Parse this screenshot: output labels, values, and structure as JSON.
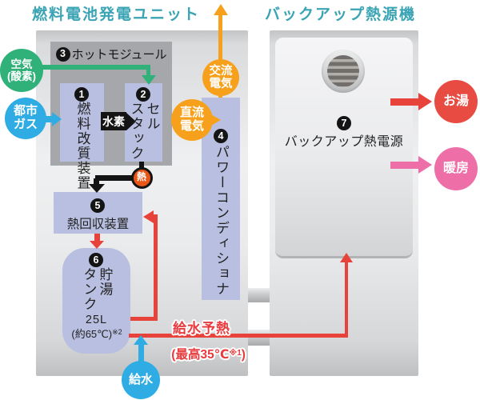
{
  "titles": {
    "left": "燃料電池発電ユニット",
    "right": "バックアップ熱源機"
  },
  "components": {
    "hot_module": {
      "num": "3",
      "label": "ホットモジュール"
    },
    "reformer": {
      "num": "1",
      "label": "燃料改質装置"
    },
    "cell_stack": {
      "num": "2",
      "label": "セル\nスタック"
    },
    "power_conditioner": {
      "num": "4",
      "label": "パワーコンディショナ"
    },
    "heat_recovery": {
      "num": "5",
      "label": "熱回収装置"
    },
    "tank": {
      "num": "6",
      "label": "貯湯\nタンク",
      "capacity": "25L",
      "temperature": "(約65℃)",
      "temperature_note": "※2"
    },
    "backup_heater": {
      "num": "7",
      "label": "バックアップ熱電源"
    }
  },
  "flows": {
    "air": "空気\n(酸素)",
    "city_gas": "都市\nガス",
    "hydrogen": "水素",
    "ac_power": "交流\n電気",
    "dc_power": "直流\n電気",
    "heat": "熱",
    "water_supply": "給水",
    "hot_water": "お湯",
    "heating": "暖房",
    "preheat_title": "給水予熱",
    "preheat_detail": "(最高35℃",
    "preheat_note": "※1",
    "preheat_close": ")"
  },
  "colors": {
    "title_teal": "#3aa4b4",
    "green": "#2fb179",
    "blue": "#2eace3",
    "orange": "#f6a01b",
    "red": "#e8433b",
    "pink": "#ee6ea8",
    "hot_water_red": "#e84b42",
    "lavender": "#b8bfe0",
    "heat_badge": "#e95514"
  }
}
